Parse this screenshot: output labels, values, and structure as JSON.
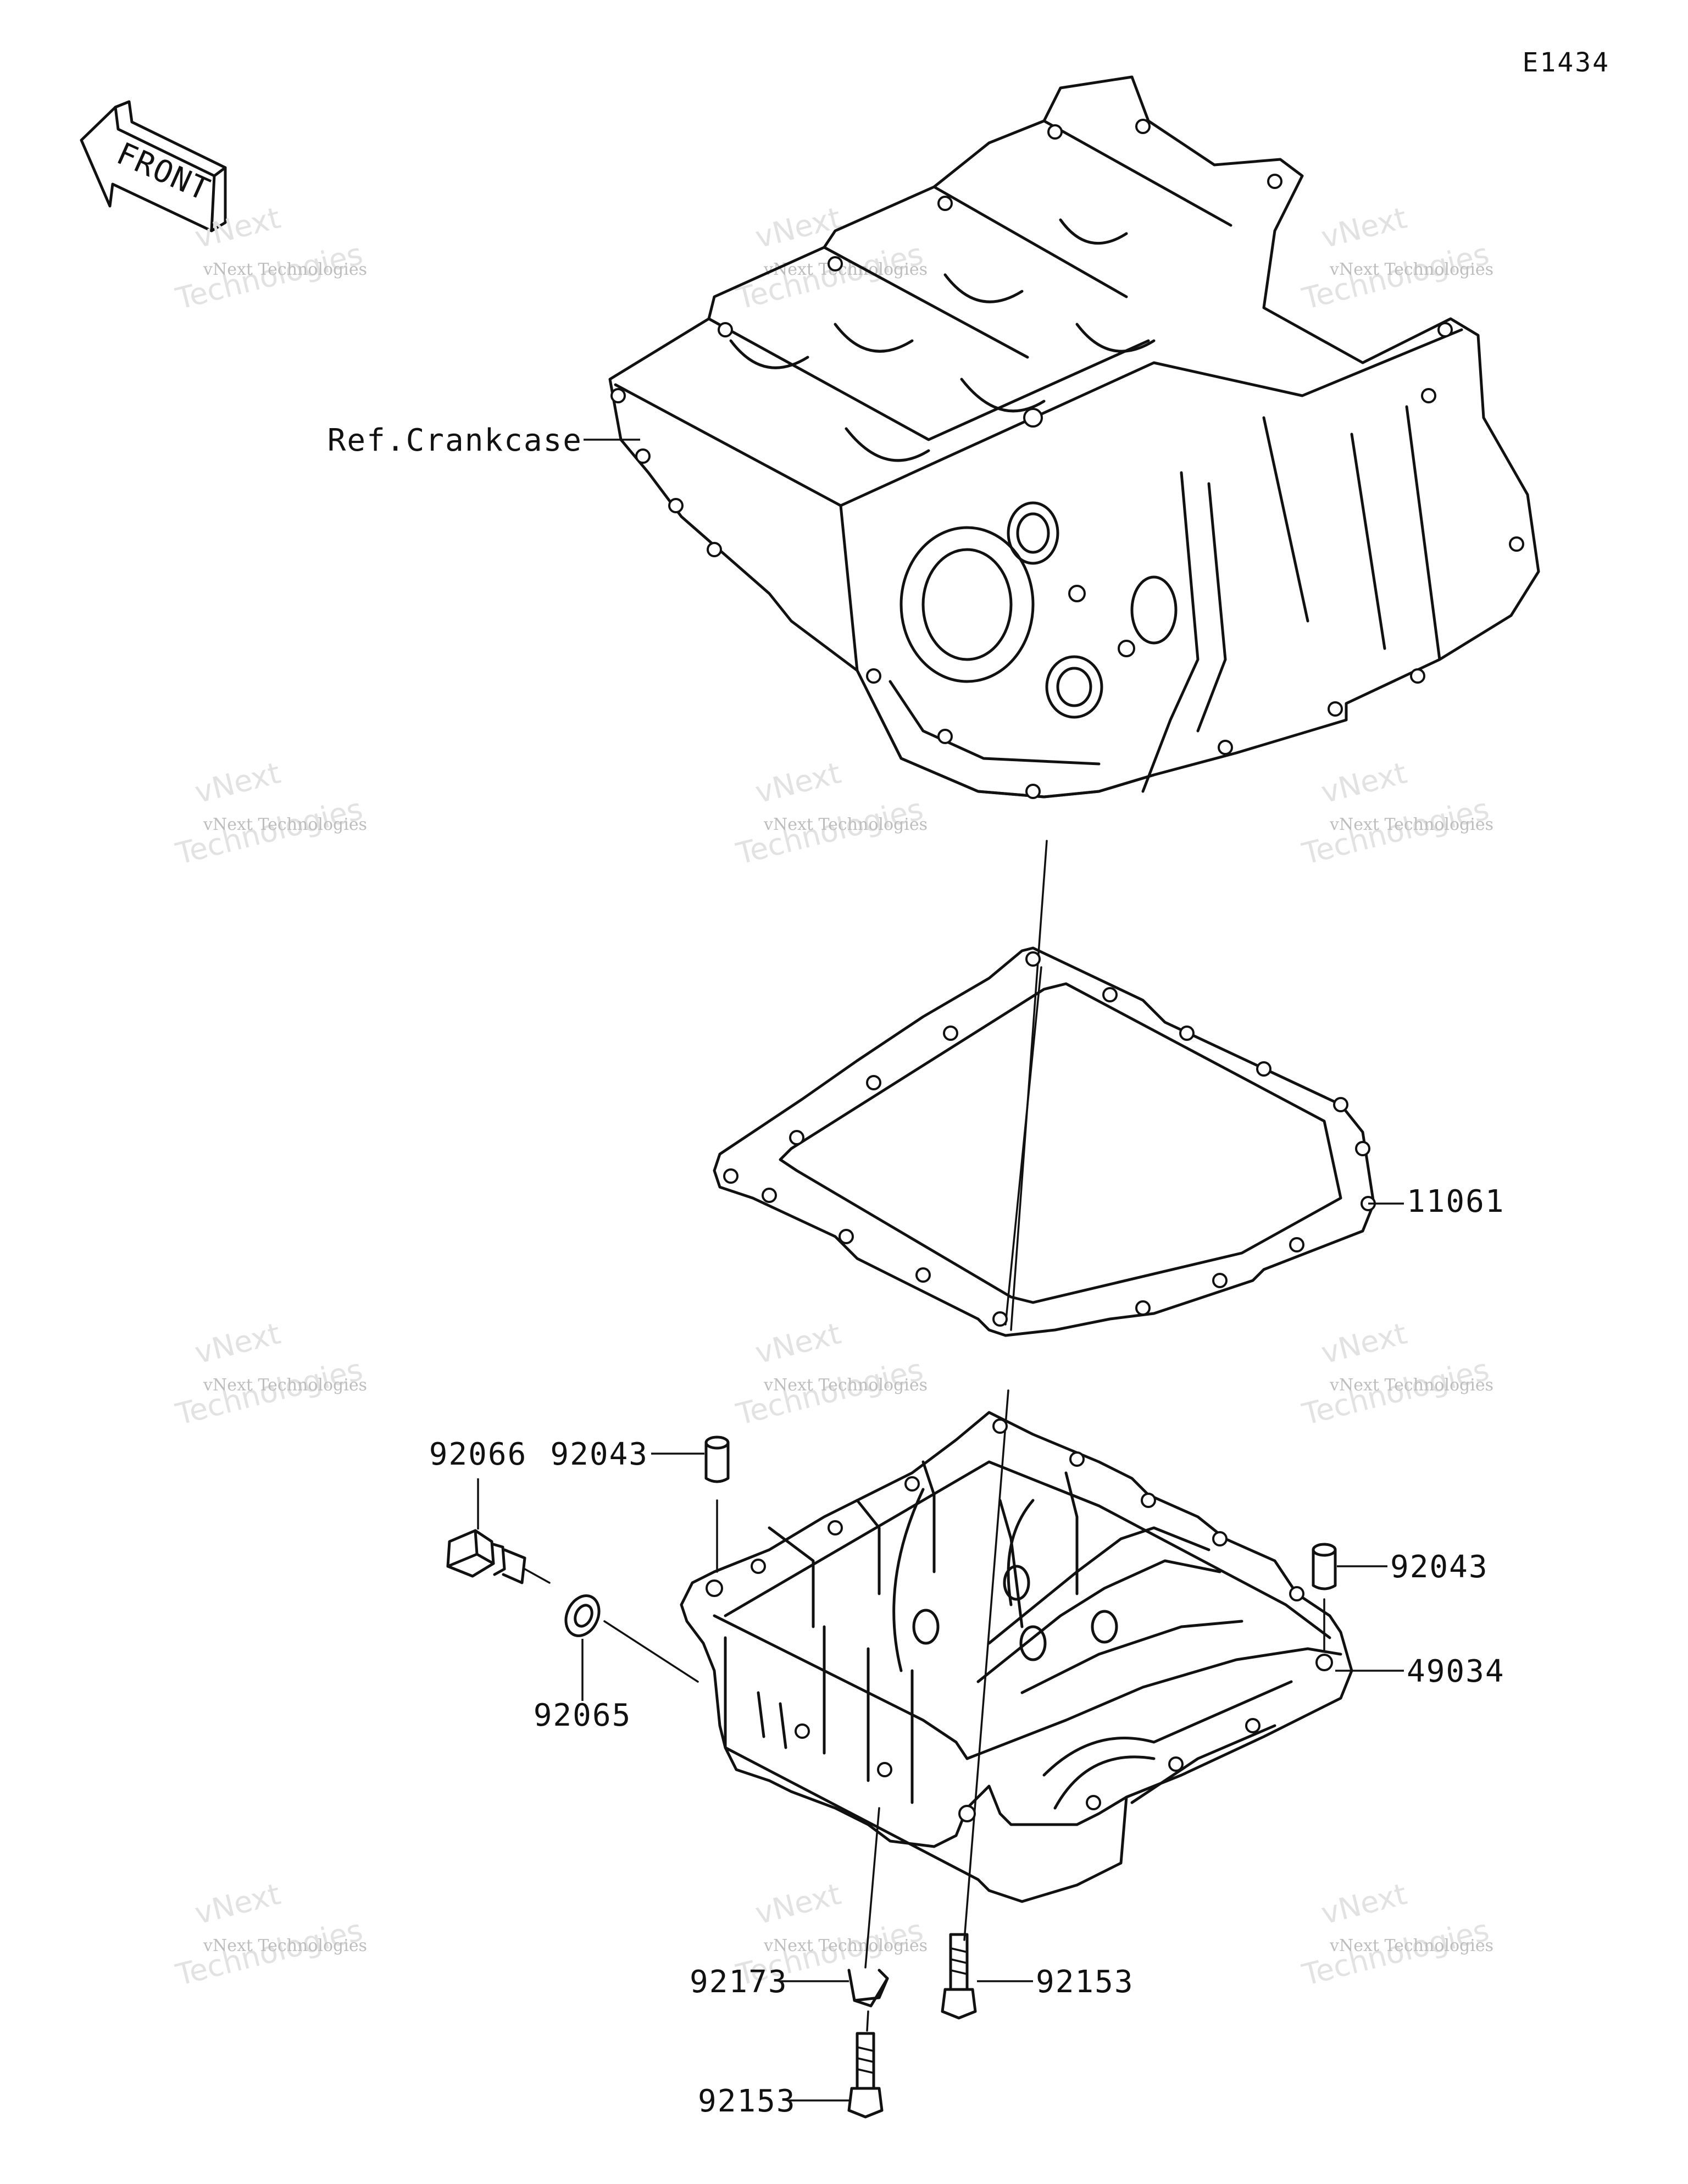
{
  "diagram": {
    "code": "E1434",
    "front_label": "FRONT",
    "watermark": {
      "line1": "vNext Technologies",
      "line2": "vNext",
      "line3": "Technologies"
    },
    "labels": {
      "crankcase": "Ref.Crankcase",
      "gasket": "11061",
      "drain_bolt": "92066",
      "dowel_left": "92043",
      "dowel_right": "92043",
      "washer": "92065",
      "oil_pan": "49034",
      "clamp": "92173",
      "bolt_right": "92153",
      "bolt_bottom": "92153"
    },
    "colors": {
      "line": "#111111",
      "watermark": "#bdbdbd"
    }
  }
}
